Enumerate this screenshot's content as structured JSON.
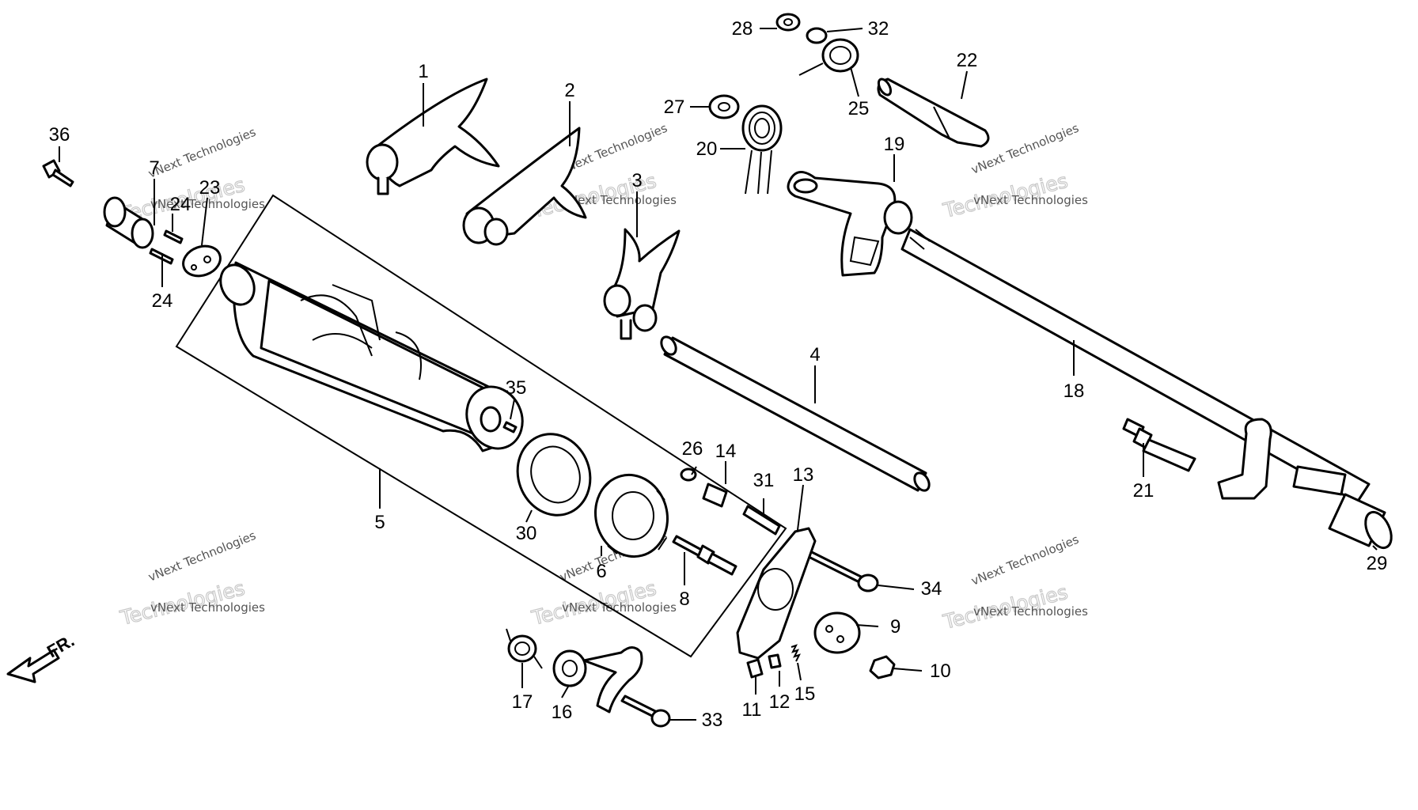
{
  "diagram": {
    "direction_label": "FR.",
    "watermark": {
      "logo_text": "vNext Technologies",
      "caption_text": "vNext Technologies",
      "outline_text": "Technologies"
    },
    "callouts": [
      {
        "id": "p1",
        "label": "1"
      },
      {
        "id": "p2",
        "label": "2"
      },
      {
        "id": "p3",
        "label": "3"
      },
      {
        "id": "p4",
        "label": "4"
      },
      {
        "id": "p5",
        "label": "5"
      },
      {
        "id": "p6",
        "label": "6"
      },
      {
        "id": "p7",
        "label": "7"
      },
      {
        "id": "p8",
        "label": "8"
      },
      {
        "id": "p9",
        "label": "9"
      },
      {
        "id": "p10",
        "label": "10"
      },
      {
        "id": "p11",
        "label": "11"
      },
      {
        "id": "p12",
        "label": "12"
      },
      {
        "id": "p13",
        "label": "13"
      },
      {
        "id": "p14",
        "label": "14"
      },
      {
        "id": "p15",
        "label": "15"
      },
      {
        "id": "p16",
        "label": "16"
      },
      {
        "id": "p17",
        "label": "17"
      },
      {
        "id": "p18",
        "label": "18"
      },
      {
        "id": "p19",
        "label": "19"
      },
      {
        "id": "p20",
        "label": "20"
      },
      {
        "id": "p21",
        "label": "21"
      },
      {
        "id": "p22",
        "label": "22"
      },
      {
        "id": "p23",
        "label": "23"
      },
      {
        "id": "p24a",
        "label": "24"
      },
      {
        "id": "p24b",
        "label": "24"
      },
      {
        "id": "p25",
        "label": "25"
      },
      {
        "id": "p26",
        "label": "26"
      },
      {
        "id": "p27",
        "label": "27"
      },
      {
        "id": "p28",
        "label": "28"
      },
      {
        "id": "p29",
        "label": "29"
      },
      {
        "id": "p30",
        "label": "30"
      },
      {
        "id": "p31",
        "label": "31"
      },
      {
        "id": "p32",
        "label": "32"
      },
      {
        "id": "p33",
        "label": "33"
      },
      {
        "id": "p34",
        "label": "34"
      },
      {
        "id": "p35",
        "label": "35"
      },
      {
        "id": "p36",
        "label": "36"
      }
    ]
  }
}
